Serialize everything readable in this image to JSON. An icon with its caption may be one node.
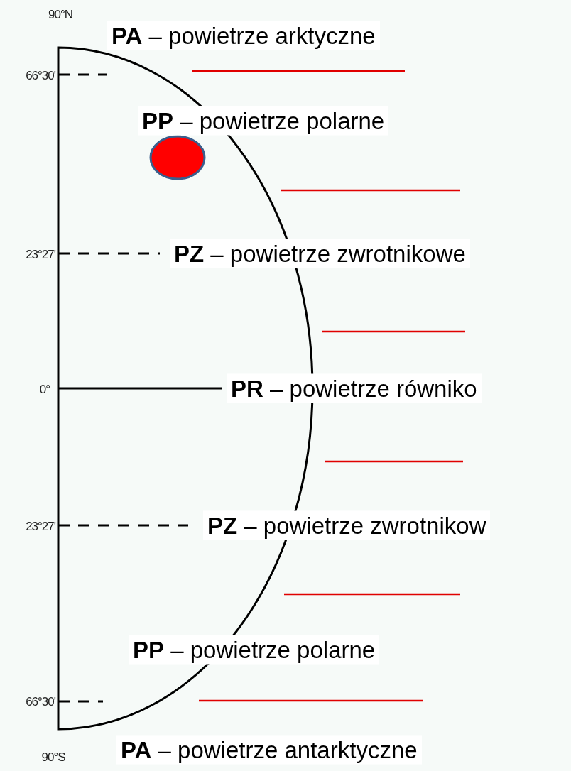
{
  "diagram": {
    "nodes": [
      {
        "text": [],
        "shape": "circle"
      }
    ],
    "labels": [
      "90°N",
      "**PA** – powietrze arktyczne",
      "66°30'",
      "**PP** – powietrze polarne",
      "23°27'",
      "**PZ** – powietrze zwrotnikowe",
      "0°",
      "**PR** – powietrze równiko",
      "23°27'",
      "**PZ** – powietrze zwrotnikow",
      "**PP** – powietrze polarne",
      "66°30'",
      "90°S",
      "**PA** – powietrze antarktyczne"
    ]
  }
}
